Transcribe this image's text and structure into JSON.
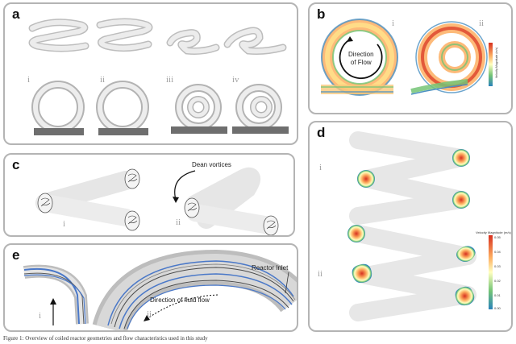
{
  "panels": {
    "a": {
      "label": "a",
      "subs": [
        "i",
        "ii",
        "iii",
        "iv"
      ]
    },
    "b": {
      "label": "b",
      "subs": [
        "i",
        "ii"
      ],
      "flow_text": "Direction\nof Flow",
      "colorbar_title": "Velocity Magnitude (m/s)"
    },
    "c": {
      "label": "c",
      "subs": [
        "i",
        "ii"
      ],
      "vortex_text": "Dean vortices"
    },
    "d": {
      "label": "d",
      "subs": [
        "i",
        "ii"
      ],
      "colorbar_title": "Velocity Magnitude (m/s)",
      "colorbar_ticks": [
        "0.05",
        "0.04",
        "0.03",
        "0.02",
        "0.01",
        "0.00"
      ]
    },
    "e": {
      "label": "e",
      "subs": [
        "i",
        "ii"
      ],
      "inlet_text": "Reactor Inlet",
      "fluid_text": "Direction of fluid flow"
    }
  },
  "caption": "Figure 1: Overview of coiled reactor geometries and flow characteristics used in this study"
}
